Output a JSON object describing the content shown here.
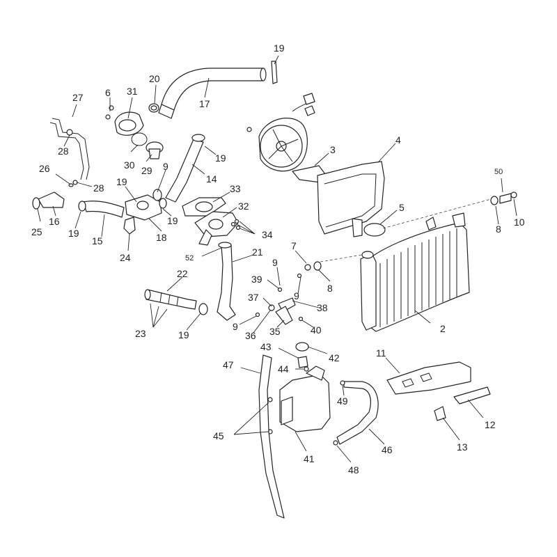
{
  "labels": {
    "p1": "19",
    "p2": "20",
    "p3": "17",
    "p4": "27",
    "p5": "6",
    "p6": "31",
    "p7": "28",
    "p8": "30",
    "p9": "29",
    "p10": "9",
    "p11": "19",
    "p12": "14",
    "p13": "26",
    "p14": "28",
    "p15": "19",
    "p16": "25",
    "p17": "16",
    "p18": "19",
    "p19": "15",
    "p20": "18",
    "p21": "19",
    "p22": "24",
    "p23": "33",
    "p24": "32",
    "p25": "34",
    "p26": "3",
    "p27": "4",
    "p28": "50",
    "p29": "5",
    "p30": "8",
    "p31": "10",
    "p32": "52",
    "p33": "21",
    "p34": "7",
    "p35": "9",
    "p36": "8",
    "p37": "39",
    "p38": "9",
    "p39": "22",
    "p40": "37",
    "p41": "38",
    "p42": "23",
    "p43": "19",
    "p44": "9",
    "p45": "36",
    "p46": "35",
    "p47": "40",
    "p48": "2",
    "p49": "43",
    "p50": "42",
    "p51": "11",
    "p52": "47",
    "p53": "44",
    "p54": "49",
    "p55": "45",
    "p56": "12",
    "p57": "46",
    "p58": "13",
    "p59": "41",
    "p60": "48"
  }
}
